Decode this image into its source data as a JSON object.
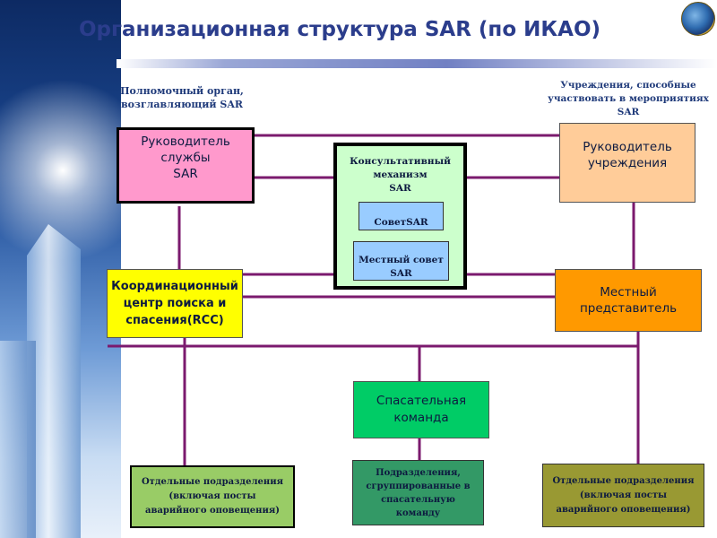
{
  "title": "Организационная структура SAR (по ИКАО)",
  "captions": {
    "left": [
      "Полномочный орган,",
      "возглавляющий SAR"
    ],
    "right": [
      "Учреждения, способные",
      "участвовать в мероприятиях",
      "SAR"
    ]
  },
  "boxes": {
    "sar_head": [
      "Руководитель",
      "службы",
      "SAR"
    ],
    "advisory": [
      "Консультативный",
      "механизм",
      "SAR"
    ],
    "sar_council": "СоветSAR",
    "local_council": [
      "Местный совет",
      "SAR"
    ],
    "institution_head": [
      "Руководитель",
      "учреждения"
    ],
    "rcc": [
      "Координационный",
      "центр поиска и",
      "спасения(RCC)"
    ],
    "local_rep": [
      "Местный",
      "представитель"
    ],
    "rescue_team": [
      "Спасательная",
      "команда"
    ],
    "units_left": [
      "Отдельные подразделения",
      "(включая посты",
      "аварийного оповещения)"
    ],
    "units_grouped": [
      "Подразделения,",
      "сгруппированные в",
      "спасательную",
      "команду"
    ],
    "units_right": [
      "Отдельные подразделения",
      "(включая посты",
      "аварийного оповещения)"
    ]
  },
  "colors": {
    "title": "#2b3d8c",
    "connector": "#7b1a6e",
    "sar_head_fill": "#ff99cc",
    "advisory_fill": "#ccffcc",
    "council_fill": "#99ccff",
    "institution_fill": "#ffcc99",
    "rcc_fill": "#ffff00",
    "local_rep_fill": "#ff9900",
    "rescue_team_fill": "#00cc66",
    "units_left_fill": "#99cc66",
    "units_grouped_fill": "#339966",
    "units_right_fill": "#999933"
  },
  "icons": {
    "emblem": "round-emblem-icon",
    "decoration": "skyscraper-decoration"
  }
}
